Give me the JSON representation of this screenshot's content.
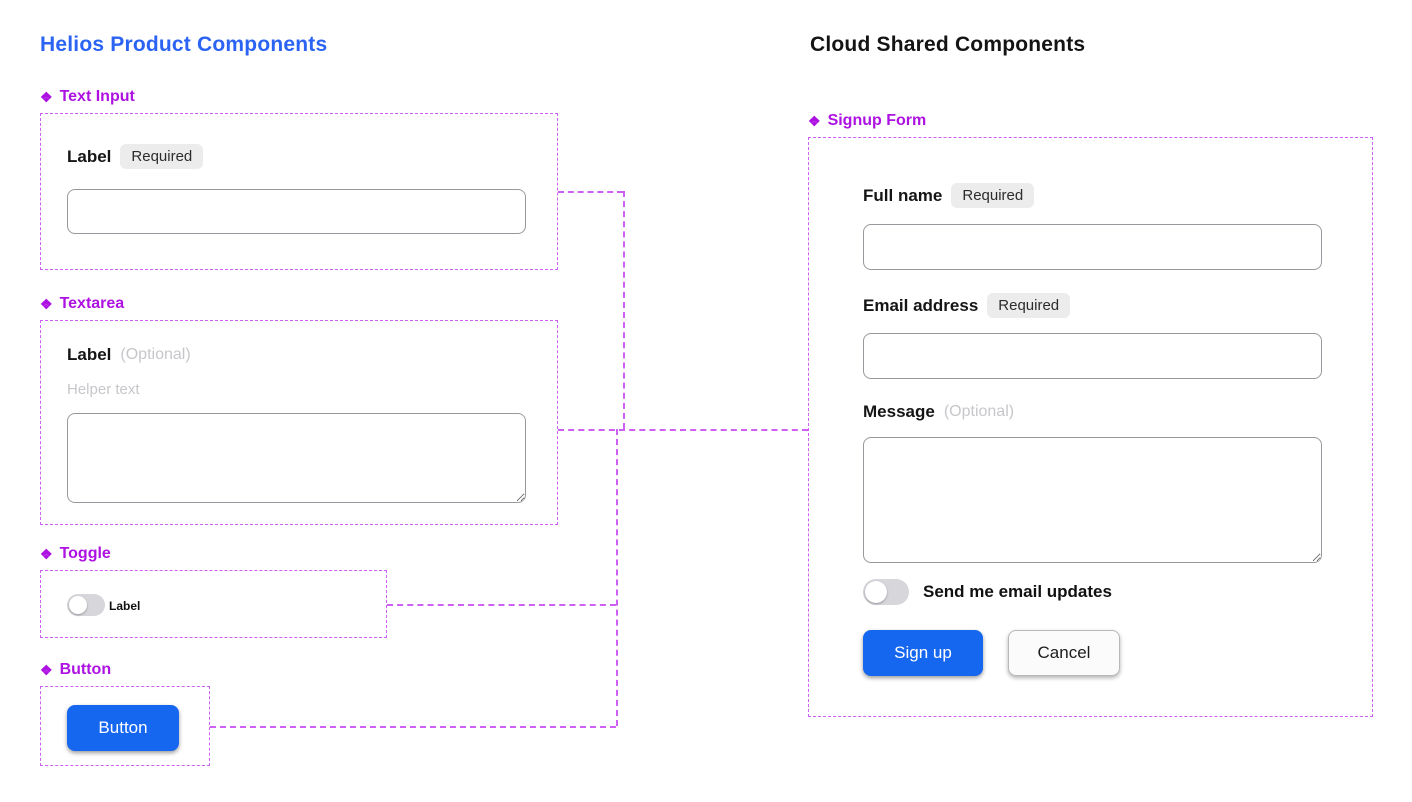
{
  "page": {
    "left_heading": "Helios Product Components",
    "right_heading": "Cloud Shared Components"
  },
  "colors": {
    "left_heading_blue": "#2b63f3",
    "component_purple": "#ae12e2",
    "dashed_purple": "#cd5ff2",
    "primary_button_blue": "#1667f0",
    "badge_background": "#ececec",
    "muted_text": "#c7c7cb"
  },
  "icons": {
    "component": "❖"
  },
  "sections": {
    "text_input": {
      "title": "Text Input",
      "label": "Label",
      "badge": "Required",
      "value": "",
      "placeholder": ""
    },
    "textarea": {
      "title": "Textarea",
      "label": "Label",
      "suffix": "(Optional)",
      "helper_text": "Helper text",
      "value": "",
      "placeholder": ""
    },
    "toggle": {
      "title": "Toggle",
      "label": "Label",
      "state": "off"
    },
    "button": {
      "title": "Button",
      "label": "Button"
    }
  },
  "signup_form": {
    "title": "Signup Form",
    "full_name": {
      "label": "Full name",
      "badge": "Required",
      "value": "",
      "placeholder": ""
    },
    "email": {
      "label": "Email address",
      "badge": "Required",
      "value": "",
      "placeholder": ""
    },
    "message": {
      "label": "Message",
      "suffix": "(Optional)",
      "value": "",
      "placeholder": ""
    },
    "updates_toggle": {
      "label": "Send me email updates",
      "state": "off"
    },
    "primary_button": "Sign up",
    "secondary_button": "Cancel"
  }
}
